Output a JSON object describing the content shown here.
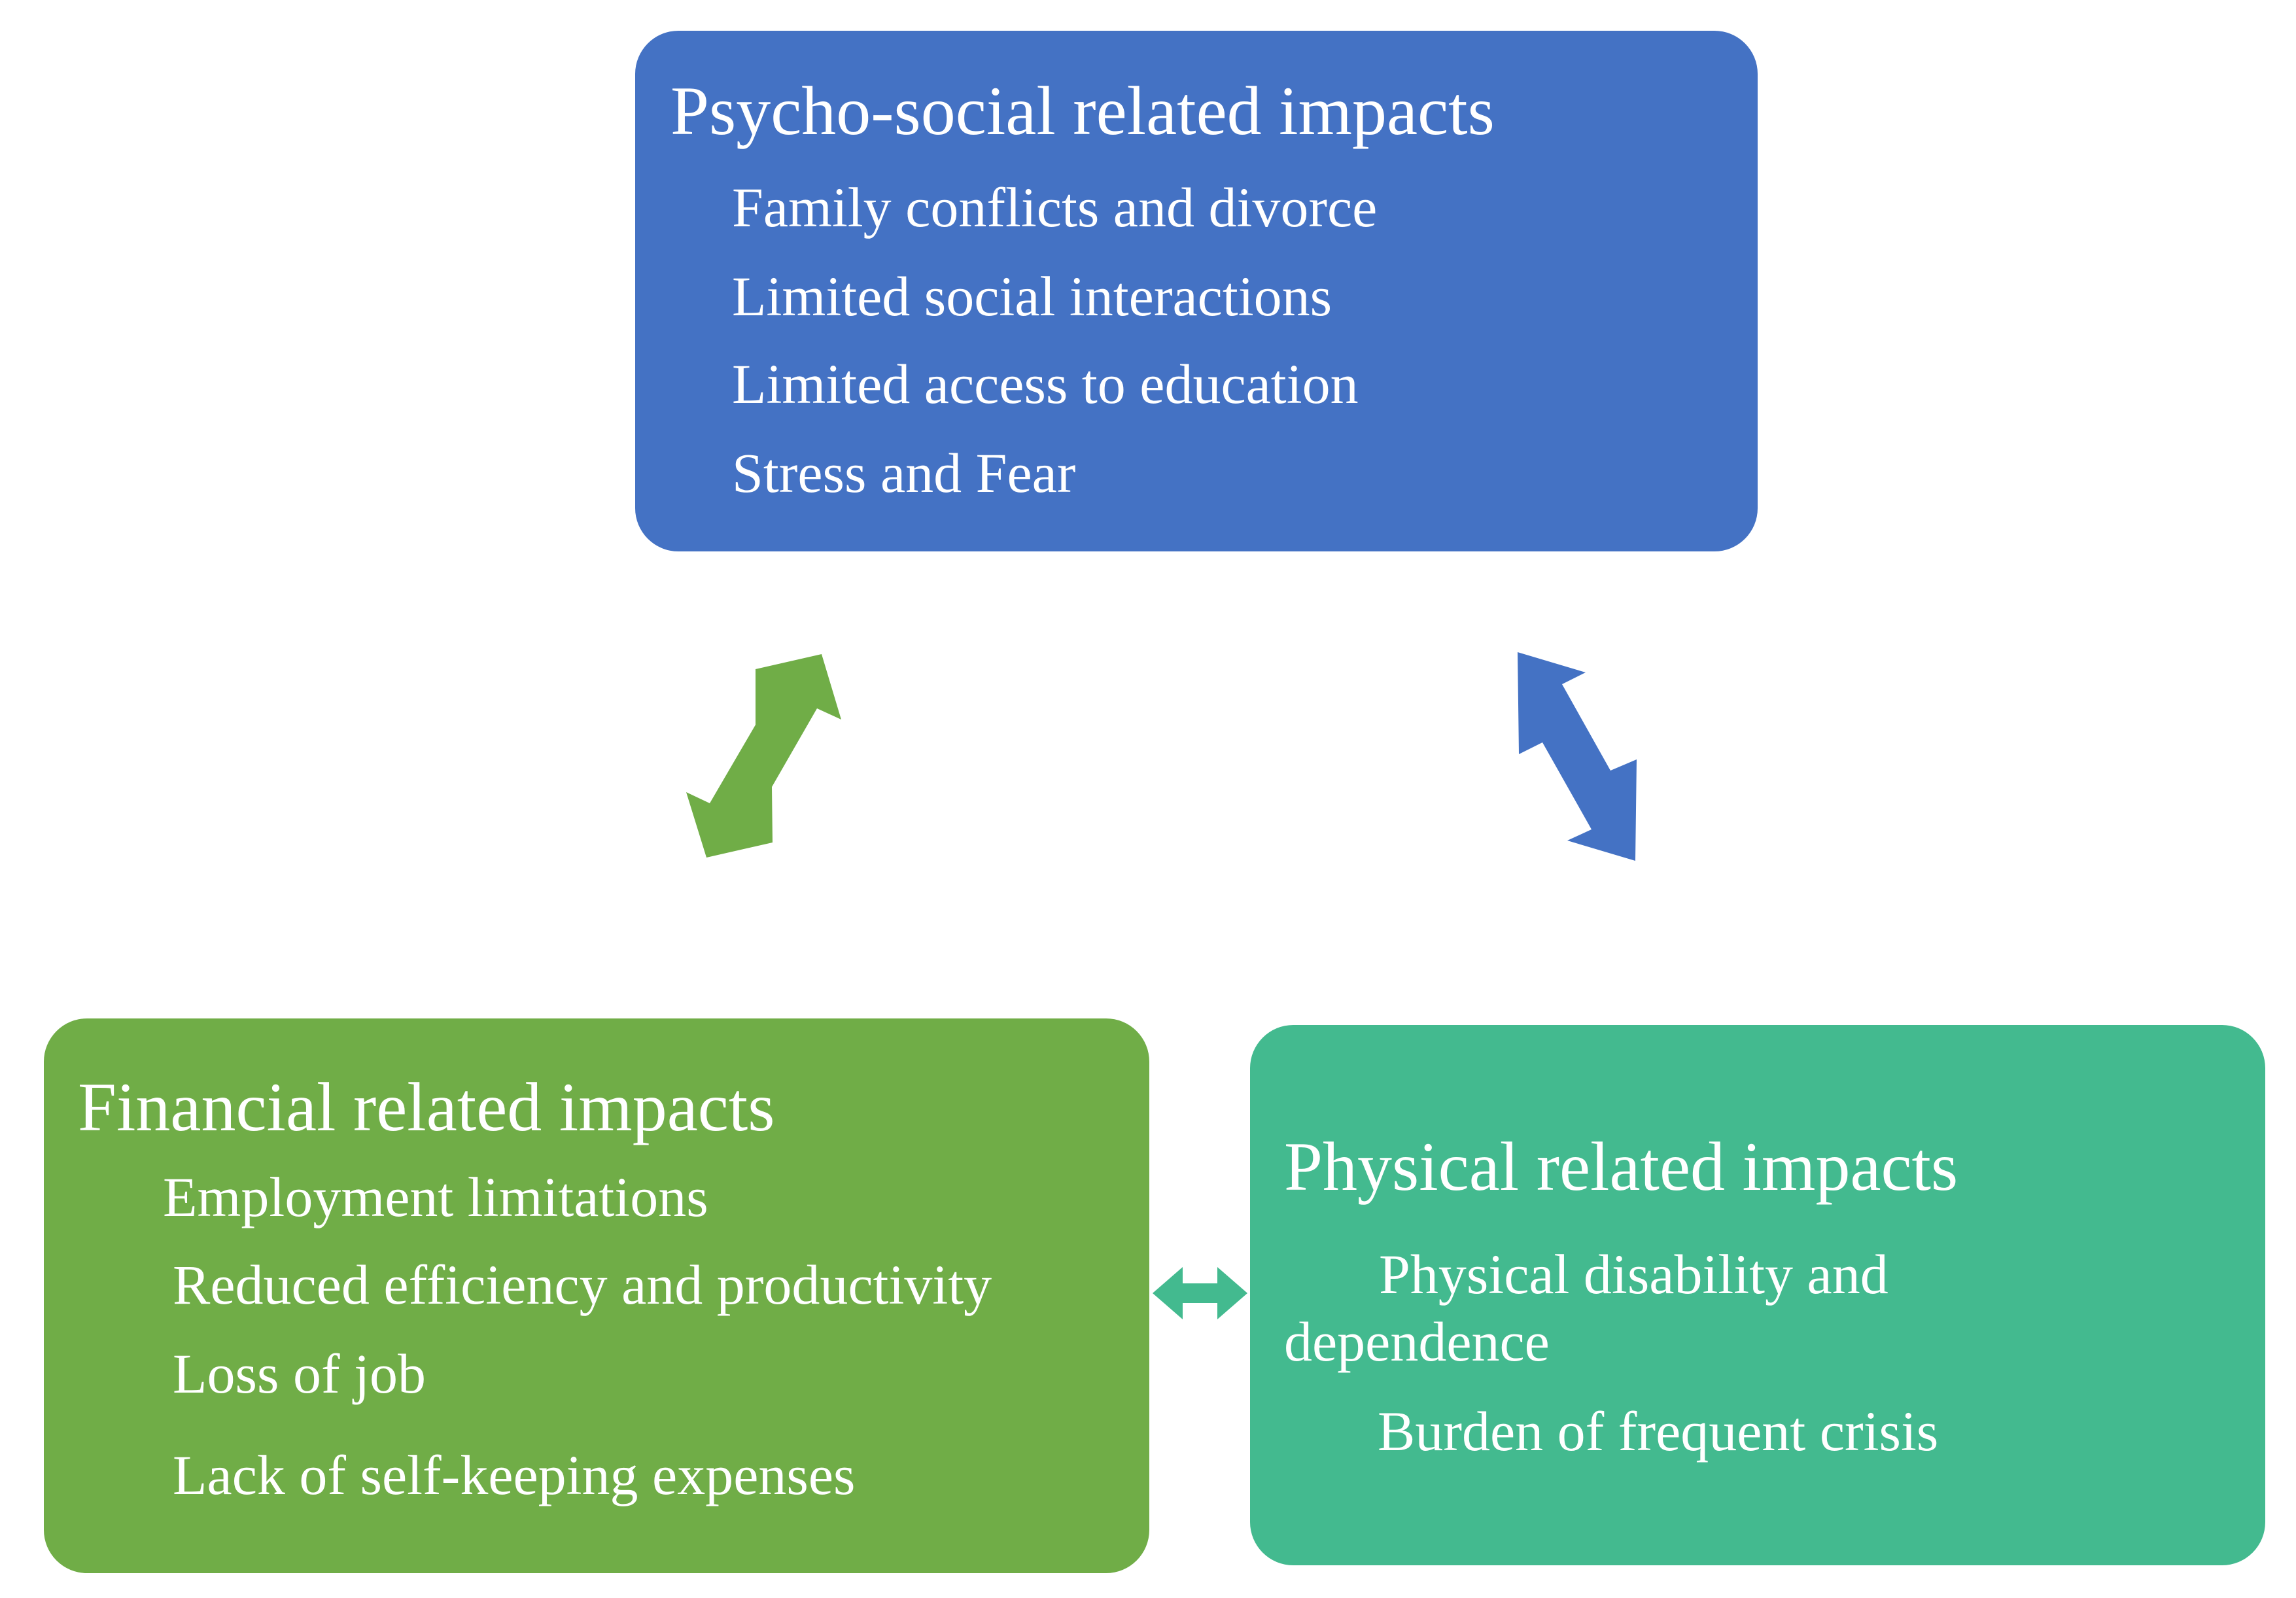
{
  "psycho": {
    "title": "Psycho-social related impacts",
    "items": [
      "Family conflicts and divorce",
      "Limited social interactions",
      "Limited access to education",
      "Stress and Fear"
    ],
    "color": "#4472c4"
  },
  "financial": {
    "title": "Financial related impacts",
    "items": [
      "Employment limitations",
      "Reduced efficiency and productivity",
      "Loss of job",
      "Lack of self-keeping expenses"
    ],
    "color": "#70ad47"
  },
  "physical": {
    "title": "Physical related impacts",
    "items": [
      "Physical disability and dependence",
      "Burden of frequent crisis"
    ],
    "color": "#43ba8f"
  },
  "arrows": [
    {
      "name": "psycho-financial",
      "color": "#70ad47"
    },
    {
      "name": "psycho-physical",
      "color": "#4472c4"
    },
    {
      "name": "financial-physical",
      "color": "#43ba8f"
    }
  ]
}
